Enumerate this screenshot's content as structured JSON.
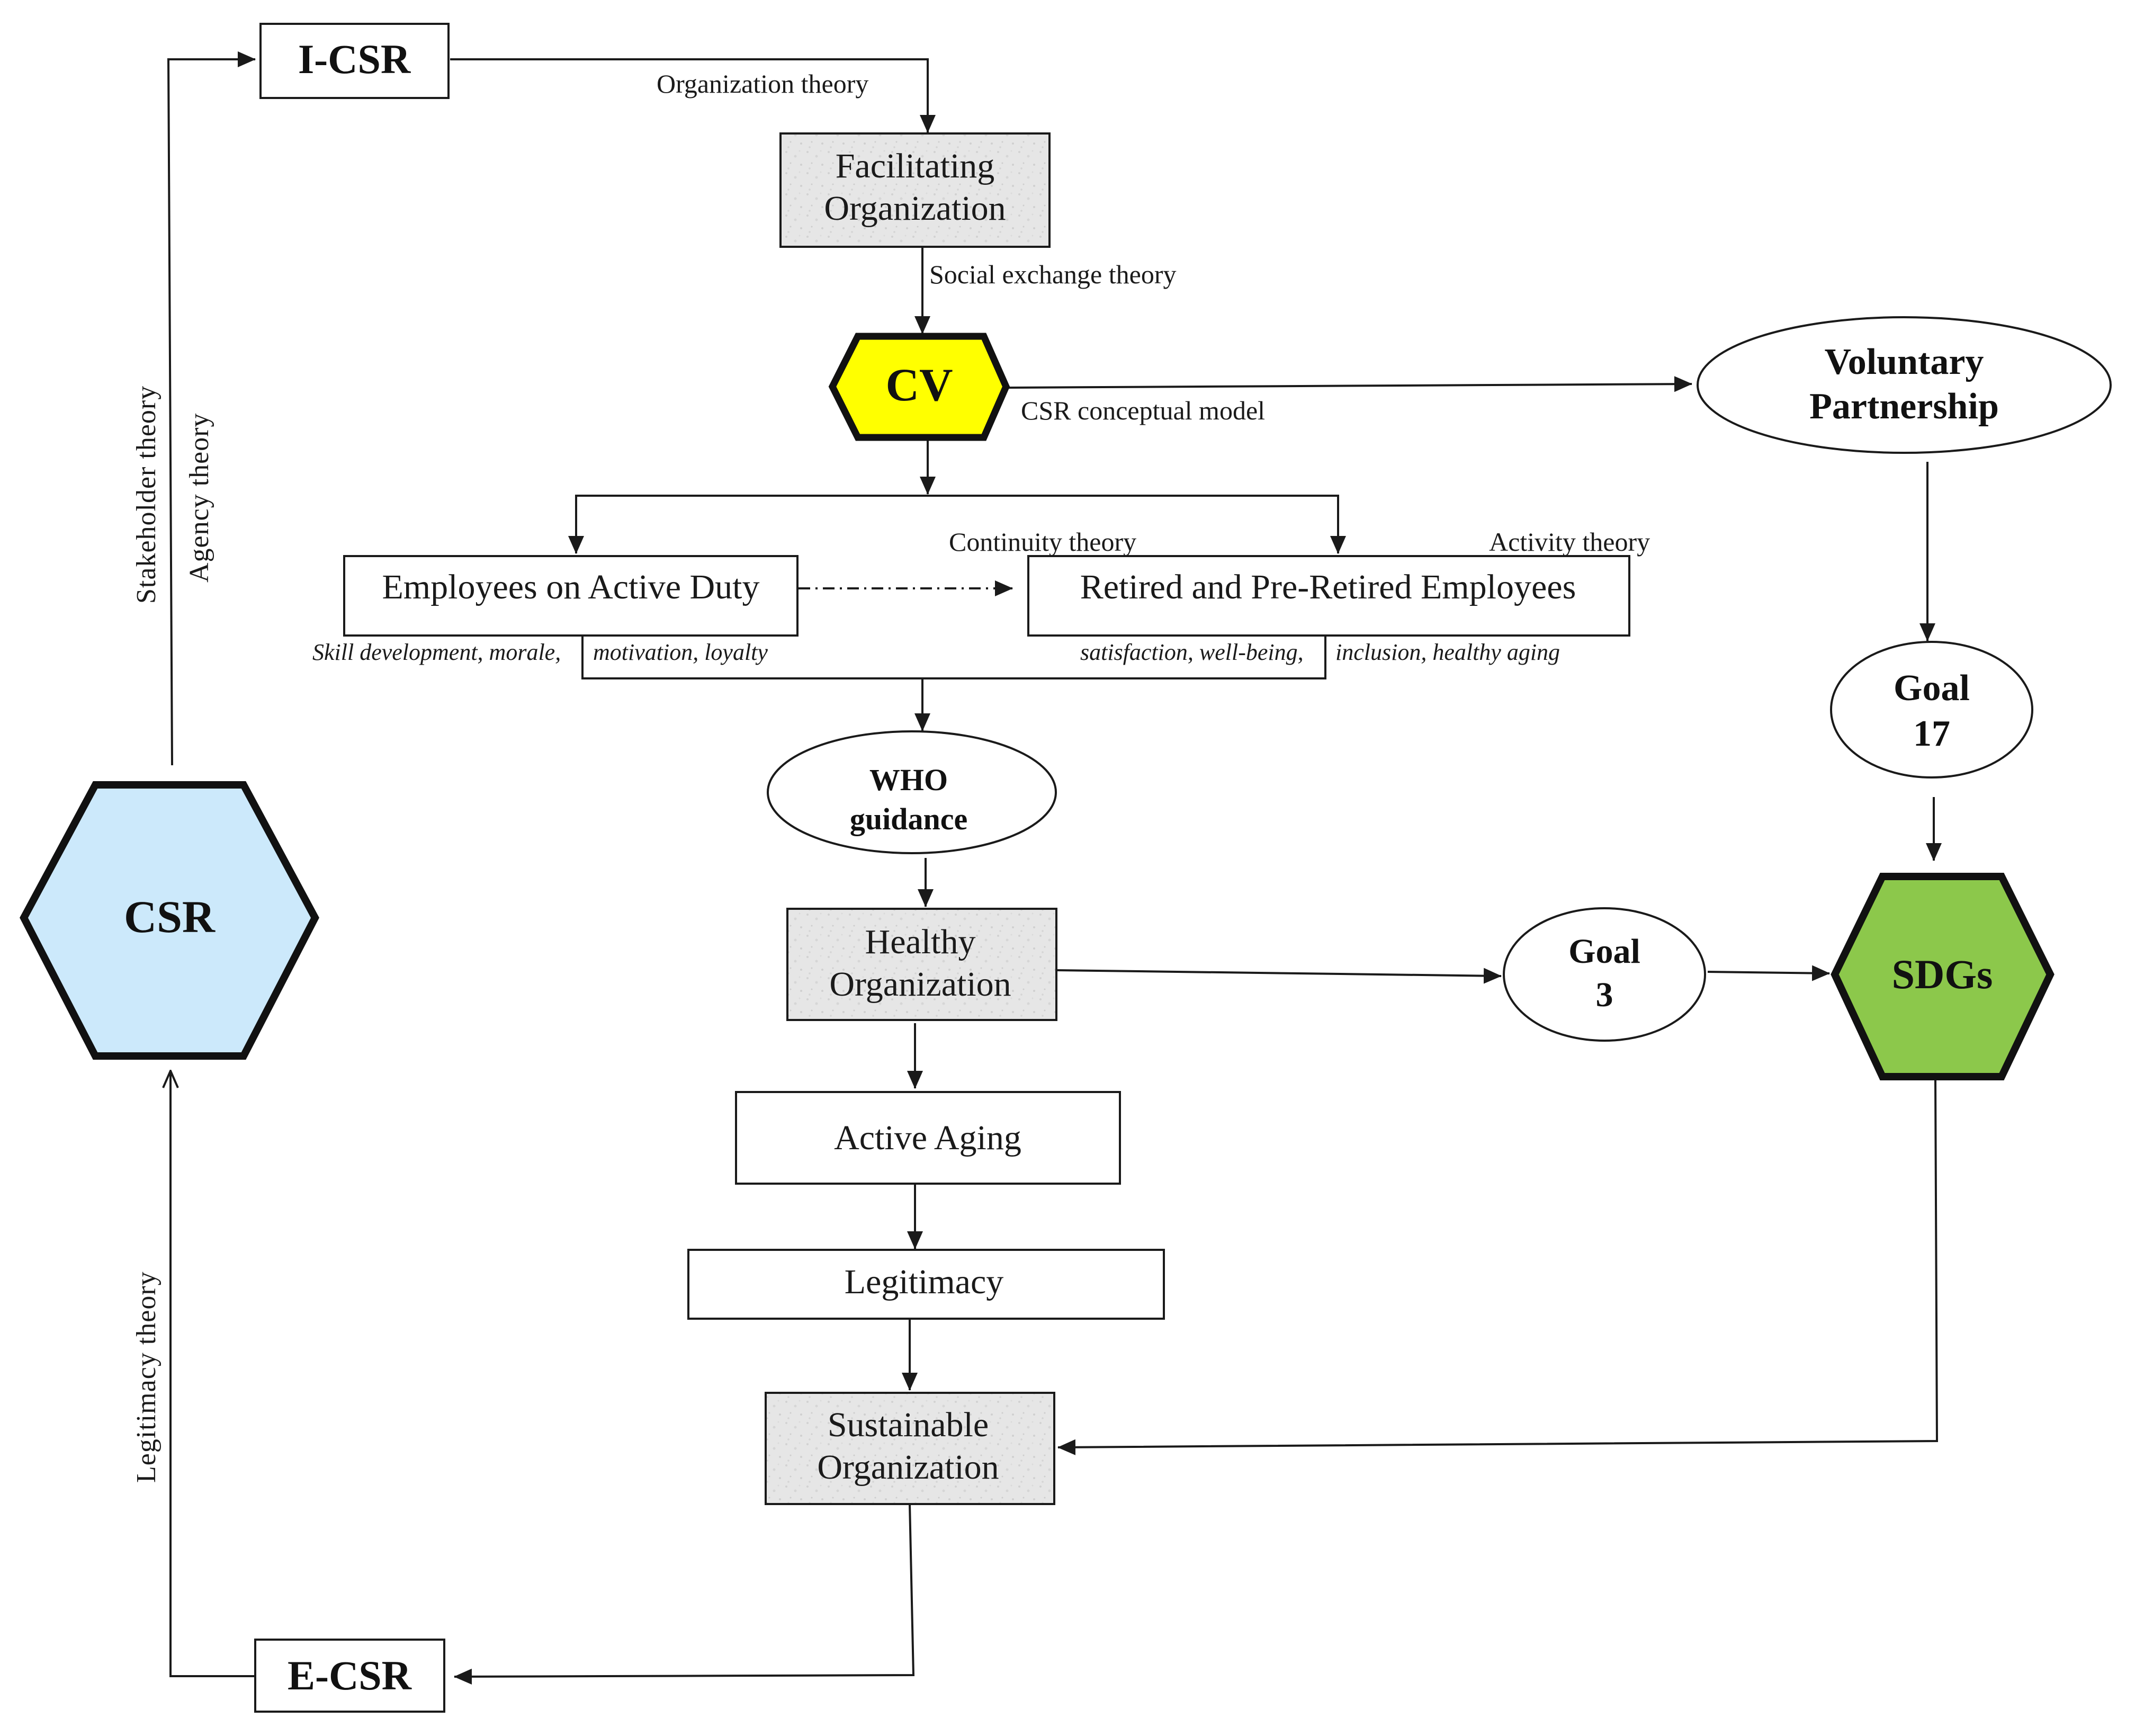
{
  "nodes": {
    "i_csr": "I-CSR",
    "e_csr": "E-CSR",
    "csr": "CSR",
    "facilitating": [
      "Facilitating",
      "Organization"
    ],
    "cv": "CV",
    "voluntary": [
      "Voluntary",
      "Partnership"
    ],
    "active_duty": "Employees on Active Duty",
    "retired": "Retired and Pre-Retired Employees",
    "who": [
      "WHO",
      "guidance"
    ],
    "healthy": [
      "Healthy",
      "Organization"
    ],
    "active_aging": "Active Aging",
    "legitimacy": "Legitimacy",
    "sustainable": [
      "Sustainable",
      "Organization"
    ],
    "goal3": [
      "Goal",
      "3"
    ],
    "goal17": [
      "Goal",
      "17"
    ],
    "sdgs": "SDGs"
  },
  "labels": {
    "organization_theory": "Organization theory",
    "social_exchange_theory": "Social exchange theory",
    "csr_conceptual_model": "CSR conceptual model",
    "continuity_theory": "Continuity theory",
    "activity_theory": "Activity theory",
    "stakeholder_theory": "Stakeholder theory",
    "agency_theory": "Agency theory",
    "legitimacy_theory": "Legitimacy theory",
    "active_outcomes_1": "Skill development, morale,",
    "active_outcomes_2": "motivation, loyalty",
    "retired_outcomes_1": "satisfaction, well-being,",
    "retired_outcomes_2": "inclusion, healthy aging"
  },
  "colors": {
    "csr_fill": "#cce9fb",
    "cv_fill": "#ffff00",
    "sdgs_fill": "#8cc84b",
    "gray_fill": "#e4e4e4",
    "stroke": "#1a1a1a"
  }
}
